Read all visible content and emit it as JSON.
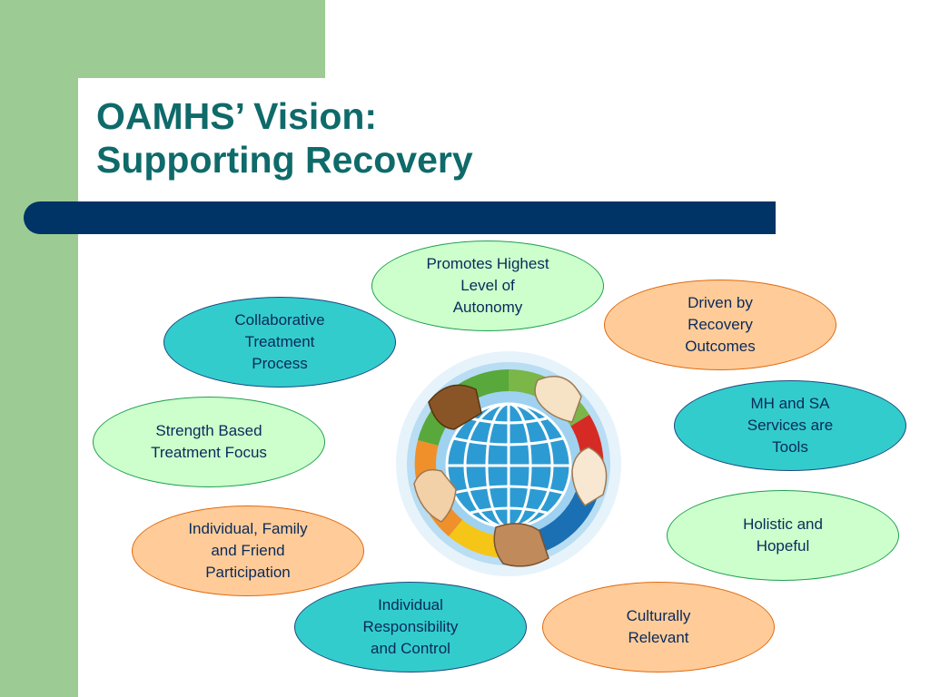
{
  "slide": {
    "title_line1": "OAMHS’ Vision:",
    "title_line2": "Supporting Recovery"
  },
  "colors": {
    "background_accent": "#9dcb94",
    "title": "#0f6a6a",
    "bar": "#003366",
    "oval_light_green": "#ccffcc",
    "oval_teal": "#33cccc",
    "oval_orange": "#ffcc99"
  },
  "center_image": {
    "icon": "globe-with-hands-icon"
  },
  "ovals": [
    {
      "text": "Promotes Highest\nLevel of\nAutonomy",
      "color": "light-green"
    },
    {
      "text": "Driven by\nRecovery\nOutcomes",
      "color": "orange"
    },
    {
      "text": "MH and SA\nServices are\nTools",
      "color": "teal"
    },
    {
      "text": "Holistic and\nHopeful",
      "color": "light-green"
    },
    {
      "text": "Culturally\nRelevant",
      "color": "orange"
    },
    {
      "text": "Individual\nResponsibility\nand Control",
      "color": "teal"
    },
    {
      "text": "Individual, Family\nand Friend\nParticipation",
      "color": "orange"
    },
    {
      "text": "Strength Based\nTreatment Focus",
      "color": "light-green"
    },
    {
      "text": "Collaborative\nTreatment\nProcess",
      "color": "teal"
    }
  ]
}
